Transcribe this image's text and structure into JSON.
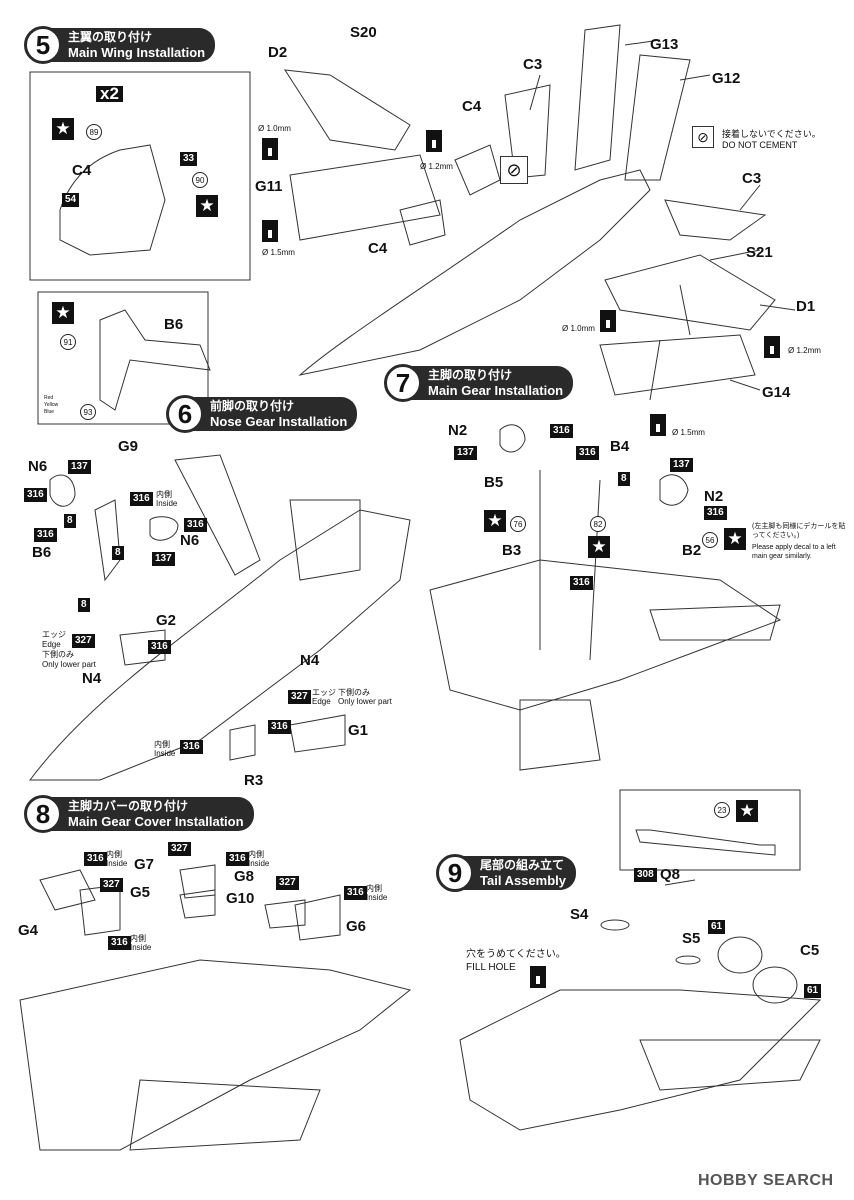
{
  "steps": {
    "s5": {
      "num": "5",
      "jp": "主翼の取り付け",
      "en": "Main Wing Installation"
    },
    "s6": {
      "num": "6",
      "jp": "前脚の取り付け",
      "en": "Nose Gear Installation"
    },
    "s7": {
      "num": "7",
      "jp": "主脚の取り付け",
      "en": "Main Gear Installation"
    },
    "s8": {
      "num": "8",
      "jp": "主脚カバーの取り付け",
      "en": "Main Gear Cover Installation"
    },
    "s9": {
      "num": "9",
      "jp": "尾部の組み立て",
      "en": "Tail Assembly"
    }
  },
  "seat_inset": {
    "qty": "x2",
    "part": "C4",
    "decals": [
      "89",
      "33",
      "90",
      "54"
    ]
  },
  "parts": {
    "d2": "D2",
    "s20": "S20",
    "c3a": "C3",
    "g13": "G13",
    "g12": "G12",
    "c4a": "C4",
    "g11": "G11",
    "c4b": "C4",
    "c3b": "C3",
    "s21": "S21",
    "d1": "D1",
    "g14": "G14",
    "b6a": "B6",
    "n6a": "N6",
    "g9": "G9",
    "b6b": "B6",
    "n6b": "N6",
    "g2": "G2",
    "n4a": "N4",
    "n4b": "N4",
    "g1": "G1",
    "r3": "R3",
    "n2a": "N2",
    "b4": "B4",
    "b5": "B5",
    "n2b": "N2",
    "b3": "B3",
    "b2": "B2",
    "g4": "G4",
    "g7": "G7",
    "g5": "G5",
    "g8": "G8",
    "g10": "G10",
    "g6": "G6",
    "q8": "Q8",
    "s4": "S4",
    "s5": "S5",
    "c5": "C5"
  },
  "drill": {
    "d10a": "Ø 1.0mm",
    "d12a": "Ø 1.2mm",
    "d15a": "Ø 1.5mm",
    "d10b": "Ø 1.0mm",
    "d12b": "Ø 1.2mm",
    "d15b": "Ø 1.5mm"
  },
  "notes": {
    "no_cement_jp": "接着しないでください。",
    "no_cement_en": "DO NOT CEMENT",
    "edge_jp": "エッジ",
    "edge_en": "Edge",
    "lower_jp": "下側のみ",
    "lower_en": "Only lower part",
    "inside_jp": "内側",
    "inside_en": "Inside",
    "left_gear_jp": "(左主脚も同様にデカールを貼ってください。)",
    "left_gear_en": "Please apply decal to a left main gear similarly.",
    "fill_jp": "穴をうめてください。",
    "fill_en": "FILL HOLE",
    "red": "Red",
    "yellow": "Yellow",
    "blue": "Blue"
  },
  "paint": {
    "p137": "137",
    "p316": "316",
    "p8": "8",
    "p327": "327",
    "p308": "308",
    "p61": "61"
  },
  "decals": {
    "d91": "91",
    "d93": "93",
    "d76": "76",
    "d82": "82",
    "d56": "56",
    "d23": "23"
  },
  "watermark": "HOBBY SEARCH"
}
